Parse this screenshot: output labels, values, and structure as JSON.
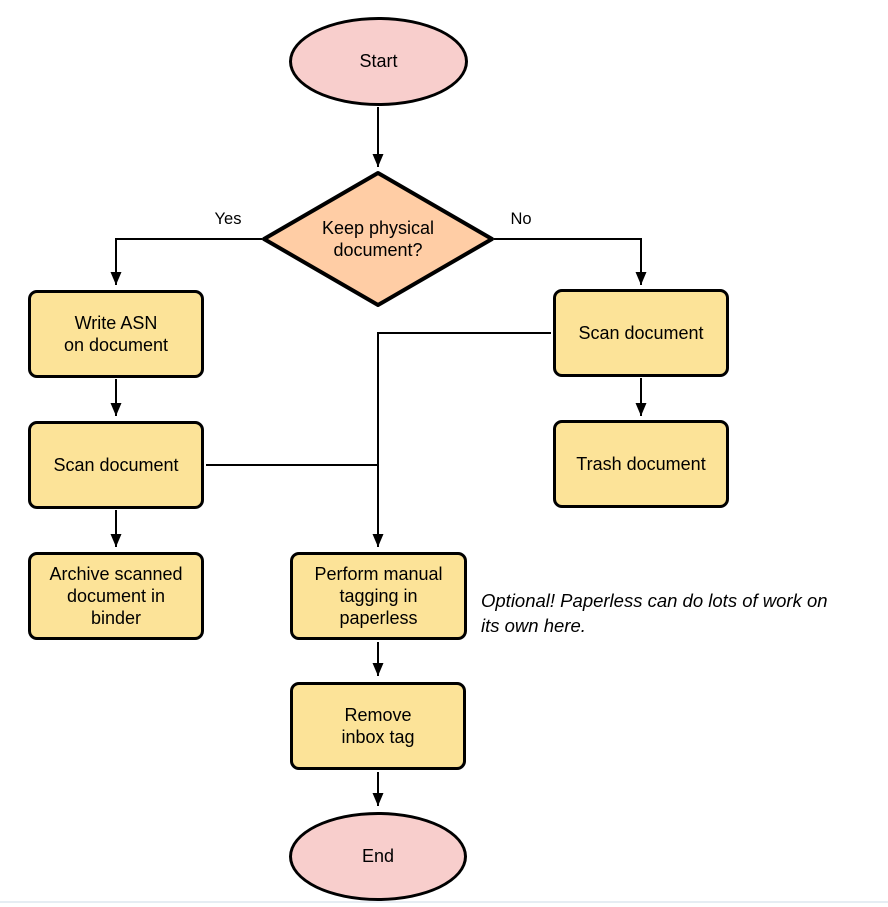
{
  "flowchart": {
    "nodes": {
      "start": "Start",
      "decision": "Keep physical\ndocument?",
      "write_asn": "Write ASN\non document",
      "scan_left": "Scan document",
      "archive": "Archive scanned\ndocument in\nbinder",
      "scan_right": "Scan document",
      "trash": "Trash document",
      "tagging": "Perform manual\ntagging in\npaperless",
      "remove_inbox": "Remove\ninbox tag",
      "end": "End"
    },
    "edge_labels": {
      "yes": "Yes",
      "no": "No"
    },
    "note": "Optional! Paperless can do lots of work on\nits own here.",
    "edges": [
      {
        "from": "start",
        "to": "decision"
      },
      {
        "from": "decision",
        "to": "write_asn",
        "label": "Yes"
      },
      {
        "from": "decision",
        "to": "scan_right",
        "label": "No"
      },
      {
        "from": "write_asn",
        "to": "scan_left"
      },
      {
        "from": "scan_left",
        "to": "archive"
      },
      {
        "from": "scan_left",
        "to": "tagging"
      },
      {
        "from": "scan_right",
        "to": "trash"
      },
      {
        "from": "scan_right",
        "to": "tagging"
      },
      {
        "from": "tagging",
        "to": "remove_inbox"
      },
      {
        "from": "remove_inbox",
        "to": "end"
      }
    ],
    "colors": {
      "terminator_fill": "#f8cecc",
      "decision_fill": "#ffcda5",
      "process_fill": "#fce398",
      "stroke": "#000000"
    }
  }
}
